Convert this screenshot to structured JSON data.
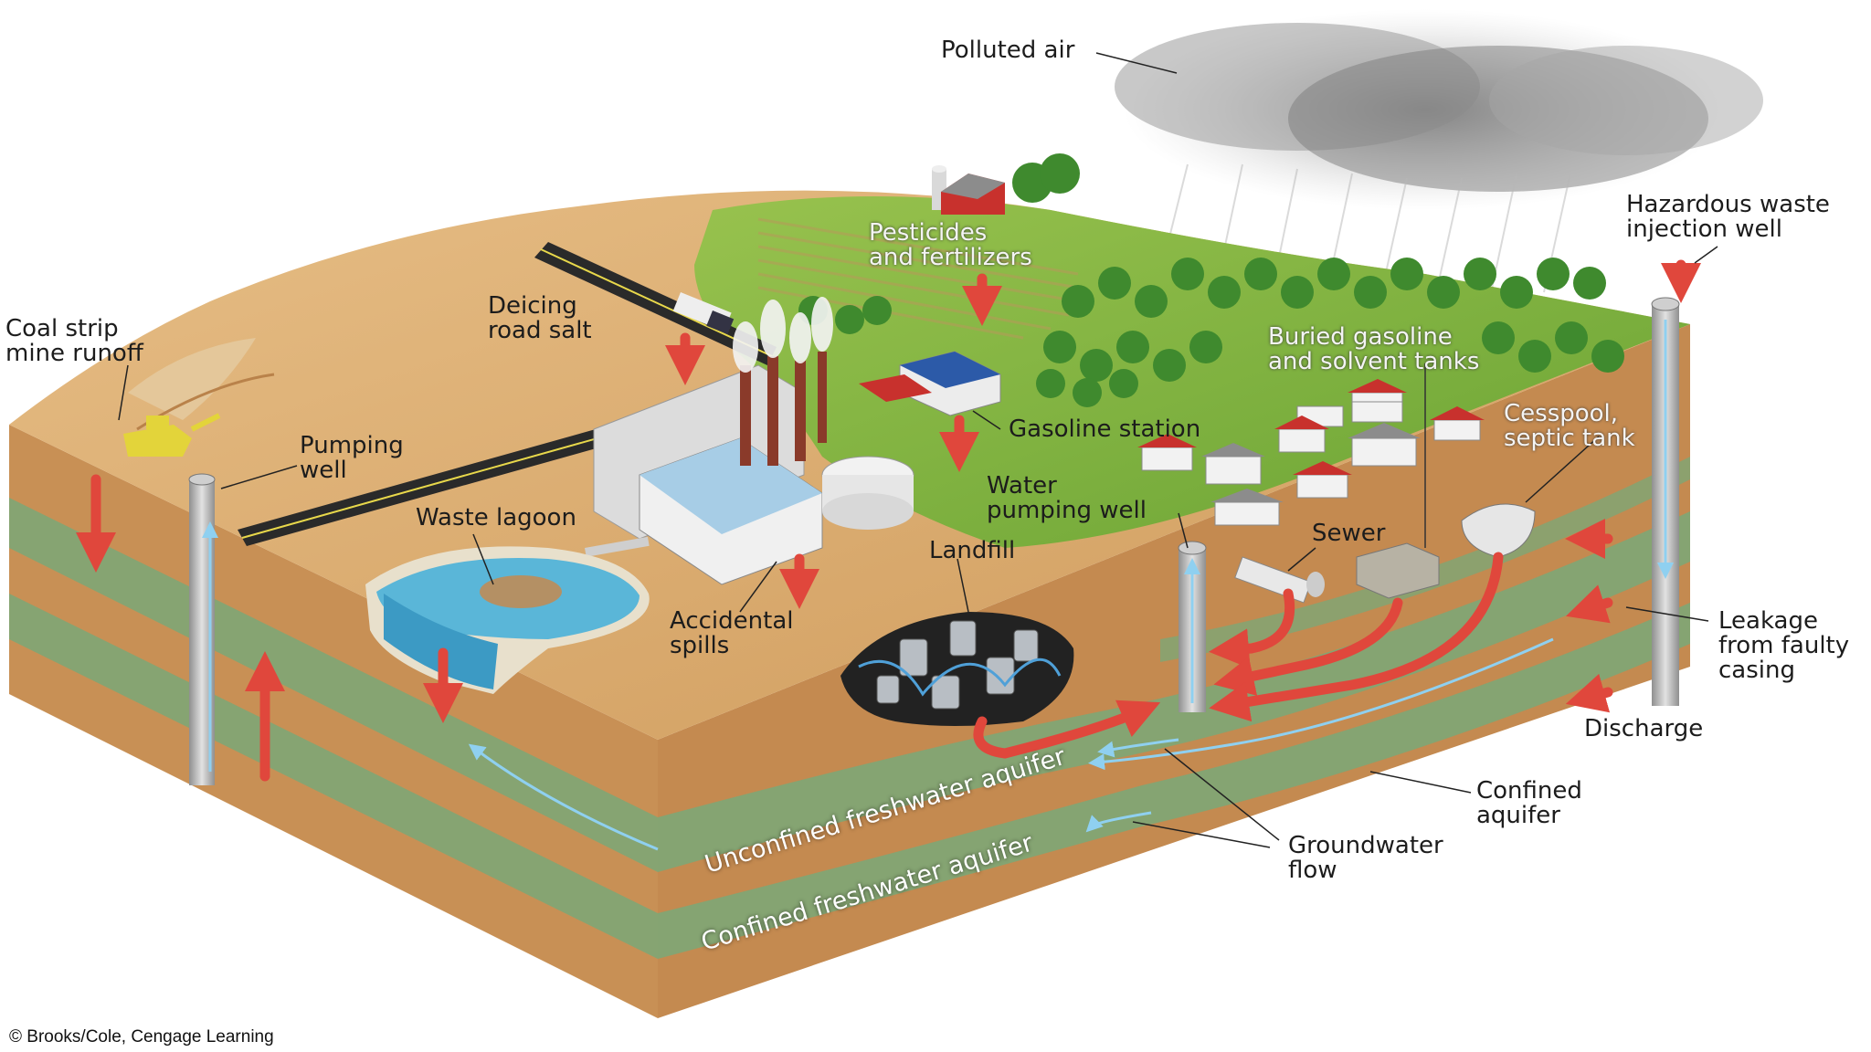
{
  "labels": {
    "polluted_air": "Polluted air",
    "hazardous_waste": "Hazardous waste\ninjection well",
    "pesticides": "Pesticides\nand fertilizers",
    "deicing": "Deicing\nroad salt",
    "coal_strip": "Coal strip\nmine runoff",
    "buried_tanks": "Buried gasoline\nand solvent tanks",
    "pumping_well": "Pumping\nwell",
    "gasoline_station": "Gasoline station",
    "cesspool": "Cesspool,\nseptic tank",
    "waste_lagoon": "Waste lagoon",
    "water_pumping_well": "Water\npumping well",
    "sewer": "Sewer",
    "landfill": "Landfill",
    "accidental_spills": "Accidental\nspills",
    "leakage": "Leakage\nfrom faulty\ncasing",
    "discharge": "Discharge",
    "confined_aquifer": "Confined\naquifer",
    "groundwater_flow": "Groundwater\nflow",
    "unconfined_freshwater_aquifer": "Unconfined freshwater aquifer",
    "confined_freshwater_aquifer": "Confined freshwater aquifer"
  },
  "credit": "© Brooks/Cole, Cengage Learning",
  "colors": {
    "soil": "#d9a86a",
    "soil_dark": "#b9824a",
    "aquifer_green": "#7aa878",
    "grass": "#7fb33e",
    "water": "#5ab6d8",
    "arrow_red": "#e0473c",
    "flow_blue": "#8fd0f0"
  }
}
